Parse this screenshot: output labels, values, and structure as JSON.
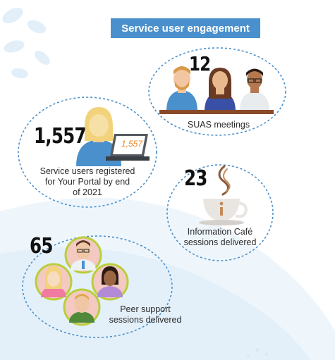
{
  "title": "Service user engagement",
  "colors": {
    "accent": "#4a90cc",
    "dotted_circle": "#4a90cc",
    "background_shape": "#eaf4fb",
    "laptop_label": "#e8872b"
  },
  "stats": [
    {
      "id": "suas",
      "value": "12",
      "caption_lines": [
        "SUAS meetings"
      ],
      "icon": "three-people-at-table-icon"
    },
    {
      "id": "portal",
      "value": "1,557",
      "screen_label": "1,557",
      "caption_lines": [
        "Service users registered",
        "for Your Portal by end",
        "of 2021"
      ],
      "icon": "person-with-laptop-icon"
    },
    {
      "id": "cafe",
      "value": "23",
      "caption_lines": [
        "Information Café",
        "sessions delivered"
      ],
      "icon": "coffee-cup-info-icon"
    },
    {
      "id": "peer",
      "value": "65",
      "caption_lines": [
        "Peer support",
        "sessions delivered"
      ],
      "icon": "peer-group-avatars-icon"
    }
  ]
}
